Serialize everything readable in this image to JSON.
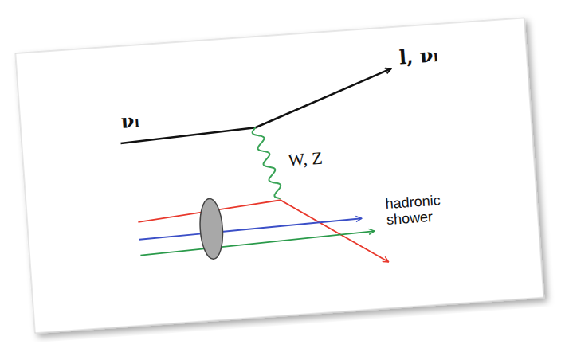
{
  "diagram": {
    "labels": [
      "νₗ",
      "l, νₗ",
      "W, Z",
      "hadronic shower"
    ]
  }
}
